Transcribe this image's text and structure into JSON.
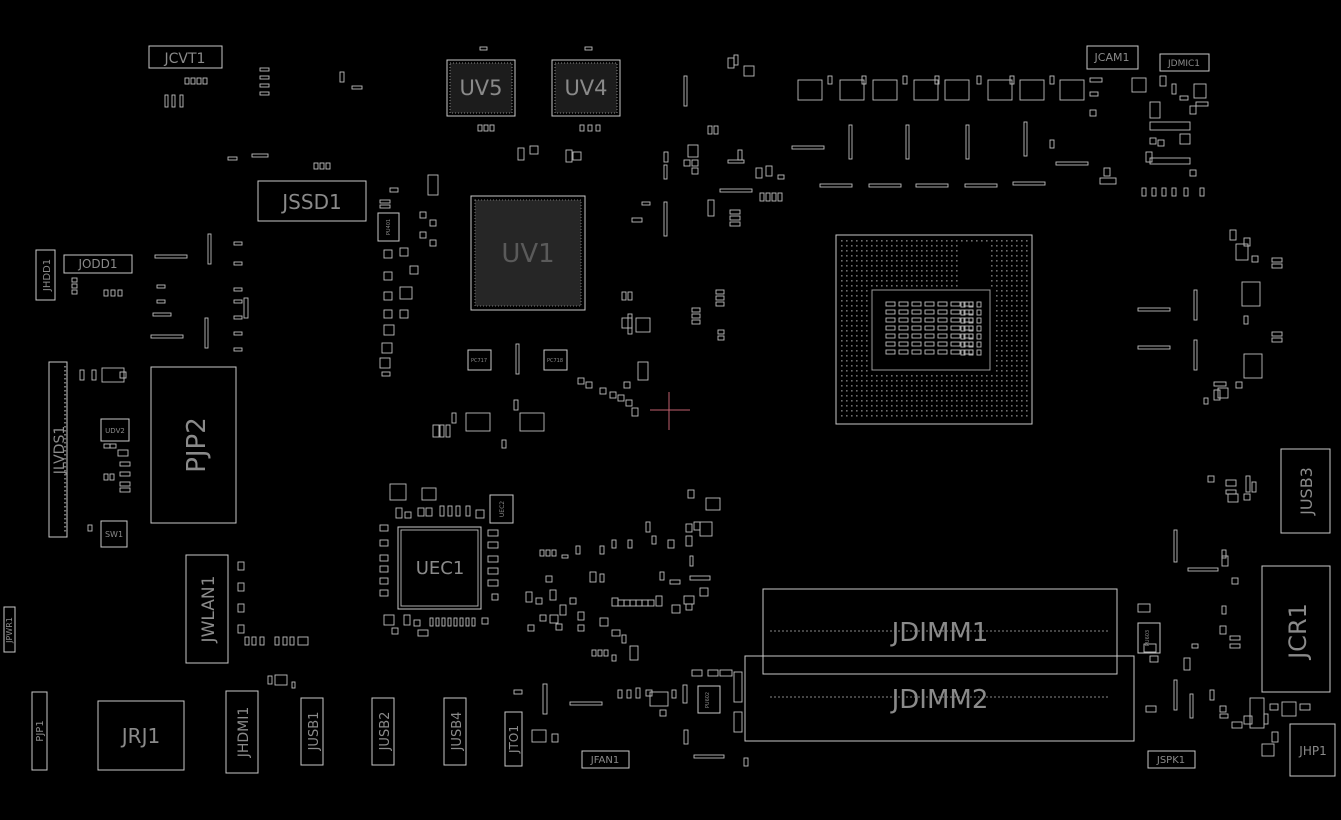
{
  "diagram": {
    "background": "#000000",
    "component_labels": {
      "jcvt1": "JCVT1",
      "uv5": "UV5",
      "uv4": "UV4",
      "jcam1": "JCAM1",
      "jdmic1": "JDMIC1",
      "jssd1": "JSSD1",
      "uv1": "UV1",
      "jhdd1": "JHDD1",
      "jodd1": "JODD1",
      "pjp2": "PJP2",
      "jlvds1": "JLVDS1",
      "udv2": "UDV2",
      "sw1": "SW1",
      "jwlan1": "JWLAN1",
      "uec1": "UEC1",
      "uec2": "UEC2",
      "jusb3": "JUSB3",
      "jcr1": "JCR1",
      "jdimm1": "JDIMM1",
      "jdimm2": "JDIMM2",
      "jpwr1": "JPWR1",
      "jpj1": "PJP1",
      "jrj1": "JRJ1",
      "jhdmi1": "JHDMI1",
      "jusb1": "JUSB1",
      "jusb2": "JUSB2",
      "jusb4": "JUSB4",
      "jto1": "JTO1",
      "jfan1": "JFAN1",
      "jspk1": "JSPK1",
      "jhp1": "JHP1",
      "pu401": "PU401",
      "pc717": "PC717",
      "pc718": "PC718",
      "pu602": "PU602",
      "pu603": "PU603"
    }
  }
}
